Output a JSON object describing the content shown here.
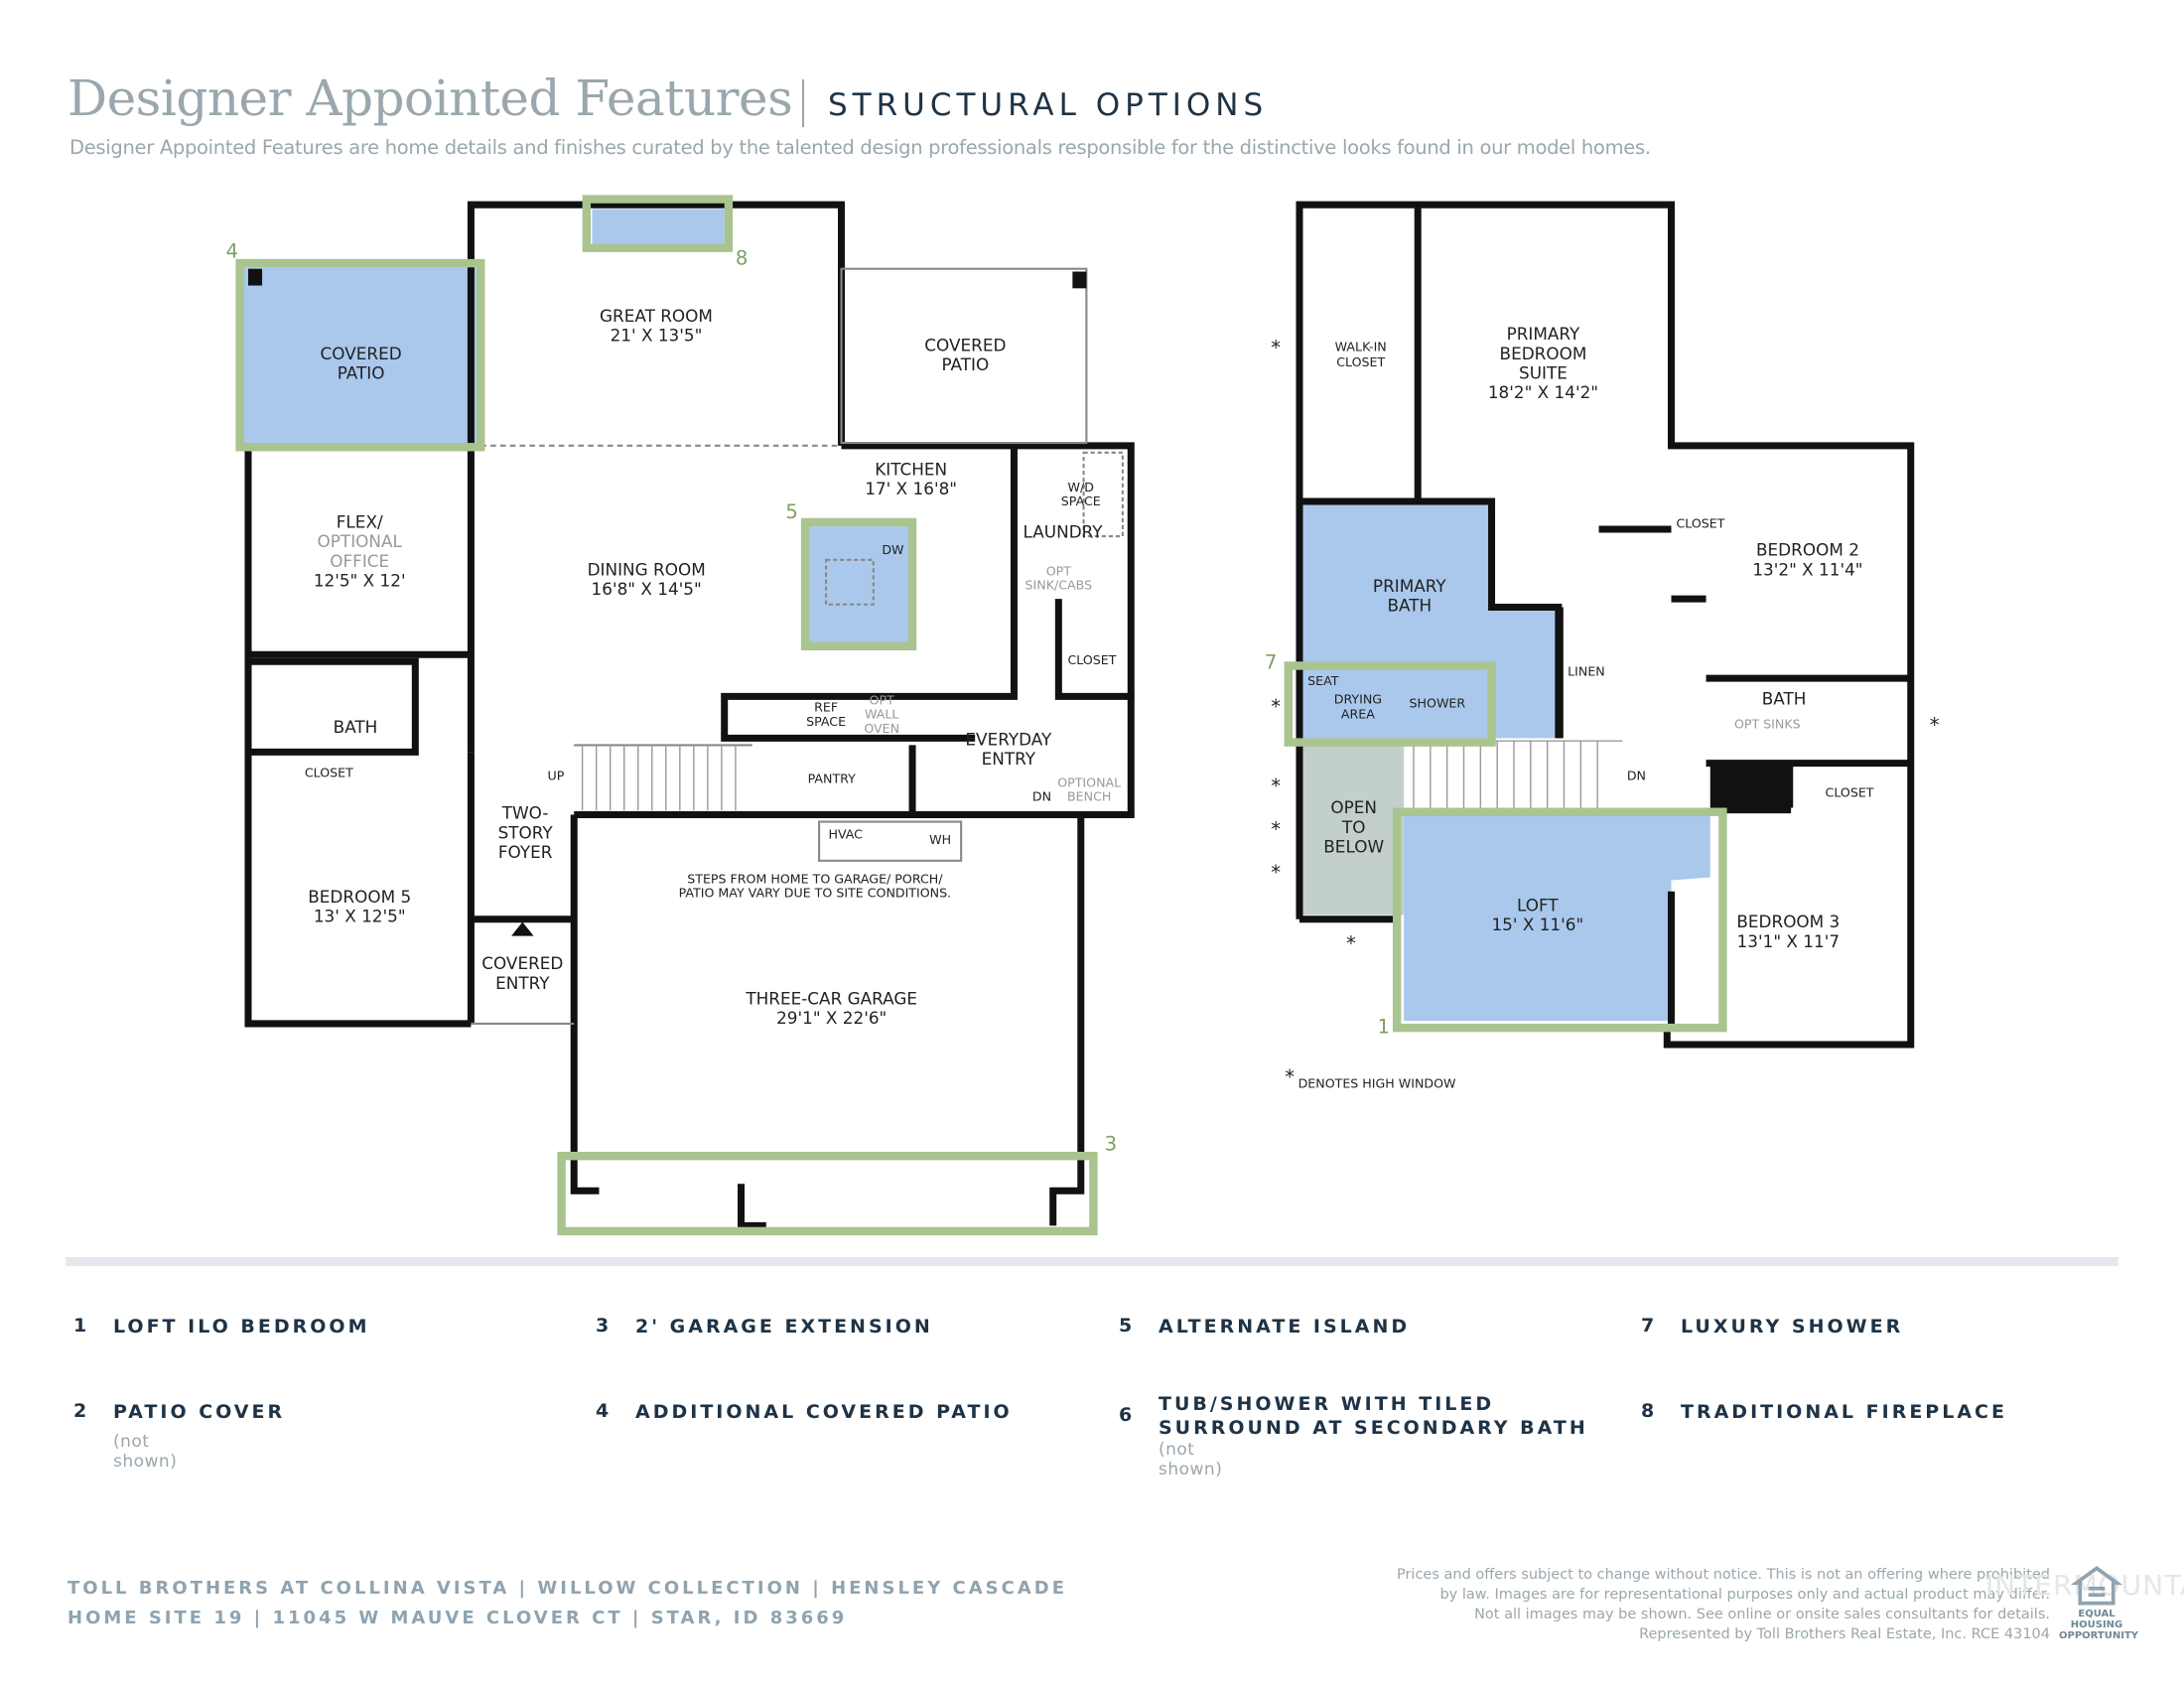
{
  "header": {
    "title": "Designer Appointed Features",
    "subtitle": "STRUCTURAL OPTIONS",
    "intro": "Designer Appointed Features are home details and finishes curated by the talented design professionals responsible for the distinctive looks found in our model homes."
  },
  "colors": {
    "option_outline": "#a9c48f",
    "option_fill": "#a9c8ec",
    "open_below": "#c3cfc9",
    "navy": "#1e3346"
  },
  "first_floor": {
    "rooms": [
      {
        "l1": "GREAT ROOM",
        "l2": "21' X 13'5\""
      },
      {
        "l1": "COVERED",
        "l2": "PATIO"
      },
      {
        "l1": "COVERED",
        "l2": "PATIO"
      },
      {
        "l1": "FLEX/",
        "l2": "OPTIONAL",
        "l3": "OFFICE",
        "l4": "12'5\" X 12'"
      },
      {
        "l1": "KITCHEN",
        "l2": "17' X 16'8\""
      },
      {
        "l1": "DINING ROOM",
        "l2": "16'8\" X 14'5\""
      },
      {
        "l1": "LAUNDRY"
      },
      {
        "l1": "BATH"
      },
      {
        "l1": "CLOSET"
      },
      {
        "l1": "BEDROOM 5",
        "l2": "13' X 12'5\""
      },
      {
        "l1": "TWO-",
        "l2": "STORY",
        "l3": "FOYER"
      },
      {
        "l1": "COVERED",
        "l2": "ENTRY"
      },
      {
        "l1": "EVERYDAY",
        "l2": "ENTRY"
      },
      {
        "l1": "THREE-CAR GARAGE",
        "l2": "29'1\" X 22'6\""
      }
    ],
    "small": {
      "wd1": "W/D",
      "wd2": "SPACE",
      "opt1": "OPT",
      "opt2": "SINK/CABS",
      "closet": "CLOSET",
      "dw": "DW",
      "ref1": "REF",
      "ref2": "SPACE",
      "optwall1": "OPT",
      "optwall2": "WALL",
      "optwall3": "OVEN",
      "pantry": "PANTRY",
      "up": "UP",
      "dn": "DN",
      "bench1": "OPTIONAL",
      "bench2": "BENCH",
      "hvac": "HVAC",
      "wh": "WH",
      "steps1": "STEPS FROM HOME TO GARAGE/ PORCH/",
      "steps2": "PATIO MAY VARY DUE TO SITE CONDITIONS."
    },
    "markers": {
      "m4": "4",
      "m8": "8",
      "m5": "5",
      "m3": "3"
    }
  },
  "second_floor": {
    "rooms": [
      {
        "l1": "WALK-IN",
        "l2": "CLOSET"
      },
      {
        "l1": "PRIMARY",
        "l2": "BEDROOM",
        "l3": "SUITE",
        "l4": "18'2\" X 14'2\""
      },
      {
        "l1": "PRIMARY",
        "l2": "BATH"
      },
      {
        "l1": "BEDROOM 2",
        "l2": "13'2\" X 11'4\""
      },
      {
        "l1": "BATH"
      },
      {
        "l1": "OPEN",
        "l2": "TO",
        "l3": "BELOW"
      },
      {
        "l1": "LOFT",
        "l2": "15' X 11'6\""
      },
      {
        "l1": "BEDROOM 3",
        "l2": "13'1\" X 11'7"
      }
    ],
    "small": {
      "closet": "CLOSET",
      "closet2": "CLOSET",
      "linen": "LINEN",
      "seat": "SEAT",
      "drying1": "DRYING",
      "drying2": "AREA",
      "shower": "SHOWER",
      "optsinks": "OPT SINKS",
      "dn": "DN",
      "star": "*"
    },
    "markers": {
      "m7": "7",
      "m1": "1"
    },
    "footnote": "DENOTES HIGH WINDOW"
  },
  "legend": [
    {
      "num": "1",
      "label": "LOFT ILO BEDROOM"
    },
    {
      "num": "2",
      "label": "PATIO COVER",
      "note": "(not shown)"
    },
    {
      "num": "3",
      "label": "2' GARAGE EXTENSION"
    },
    {
      "num": "4",
      "label": "ADDITIONAL COVERED PATIO"
    },
    {
      "num": "5",
      "label": "ALTERNATE ISLAND"
    },
    {
      "num": "6",
      "label": "TUB/SHOWER WITH TILED SURROUND AT SECONDARY BATH",
      "note": "(not shown)"
    },
    {
      "num": "7",
      "label": "LUXURY SHOWER"
    },
    {
      "num": "8",
      "label": "TRADITIONAL FIREPLACE"
    }
  ],
  "footer": {
    "line1": "TOLL BROTHERS AT COLLINA VISTA  |  WILLOW COLLECTION  |  HENSLEY CASCADE",
    "line2": "HOME SITE 19  |  11045 W MAUVE CLOVER CT  |  STAR, ID 83669",
    "disclaimer": [
      "Prices and offers subject to change without notice. This is not an offering where prohibited",
      "by law. Images are for representational purposes only and actual product may differ.",
      "Not all images may be shown. See online or onsite sales consultants for details.",
      "Represented by Toll Brothers Real Estate, Inc. RCE 43104"
    ],
    "watermark": "INTERMOUNTAIN",
    "eho": "EQUAL HOUSING OPPORTUNITY"
  }
}
